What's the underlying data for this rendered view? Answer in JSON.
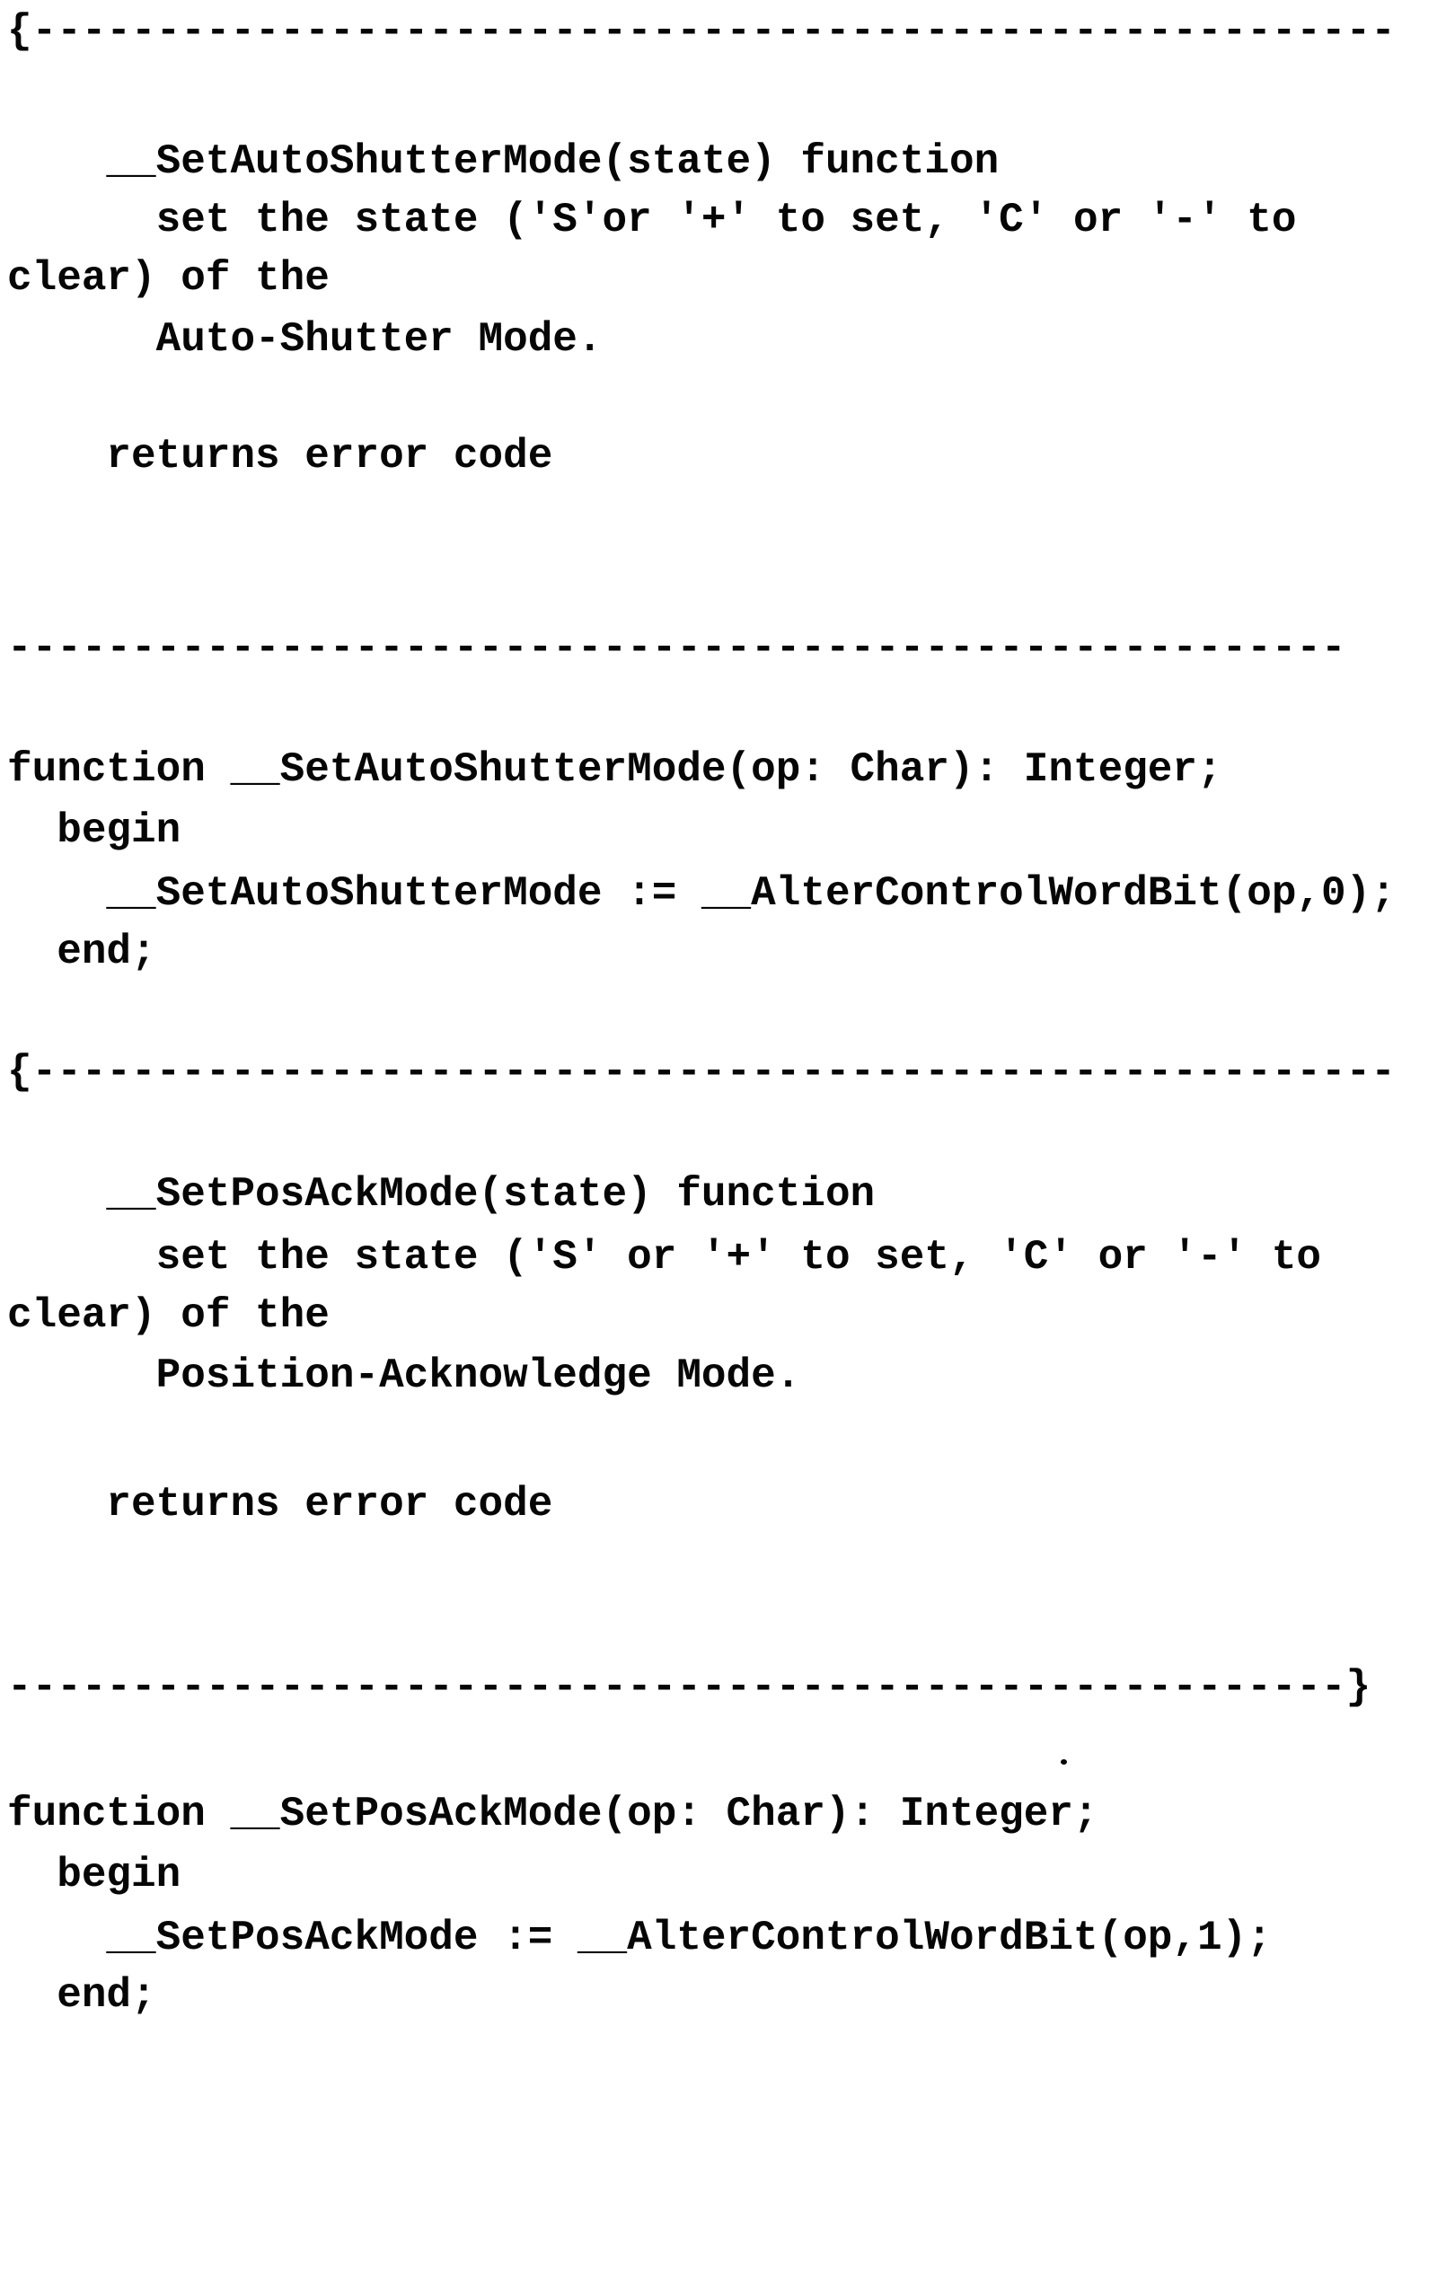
{
  "page": {
    "kind": "scanned-source-code-listing",
    "language": "Pascal",
    "background_color": "#ffffff",
    "ink_color": "#060606"
  },
  "listing": {
    "lines": [
      {
        "text": "{-------------------------------------------------------"
      },
      {
        "text": "    __SetAutoShutterMode(state) function"
      },
      {
        "text": "      set the state ('S'or '+' to set, 'C' or '-' to"
      },
      {
        "text": "clear) of the"
      },
      {
        "text": "      Auto-Shutter Mode."
      },
      {
        "text": "    returns error code"
      },
      {
        "text": "------------------------------------------------------"
      },
      {
        "text": "function __SetAutoShutterMode(op: Char): Integer;"
      },
      {
        "text": "  begin"
      },
      {
        "text": "    __SetAutoShutterMode := __AlterControlWordBit(op,0);"
      },
      {
        "text": "  end;"
      },
      {
        "text": "{-------------------------------------------------------"
      },
      {
        "text": "    __SetPosAckMode(state) function"
      },
      {
        "text": "      set the state ('S' or '+' to set, 'C' or '-' to"
      },
      {
        "text": "clear) of the"
      },
      {
        "text": "      Position-Acknowledge Mode."
      },
      {
        "text": "    returns error code"
      },
      {
        "text": "------------------------------------------------------}"
      },
      {
        "text": "function __SetPosAckMode(op: Char): Integer;"
      },
      {
        "text": "  begin"
      },
      {
        "text": "    __SetPosAckMode := __AlterControlWordBit(op,1);"
      },
      {
        "text": "  end;"
      }
    ]
  }
}
